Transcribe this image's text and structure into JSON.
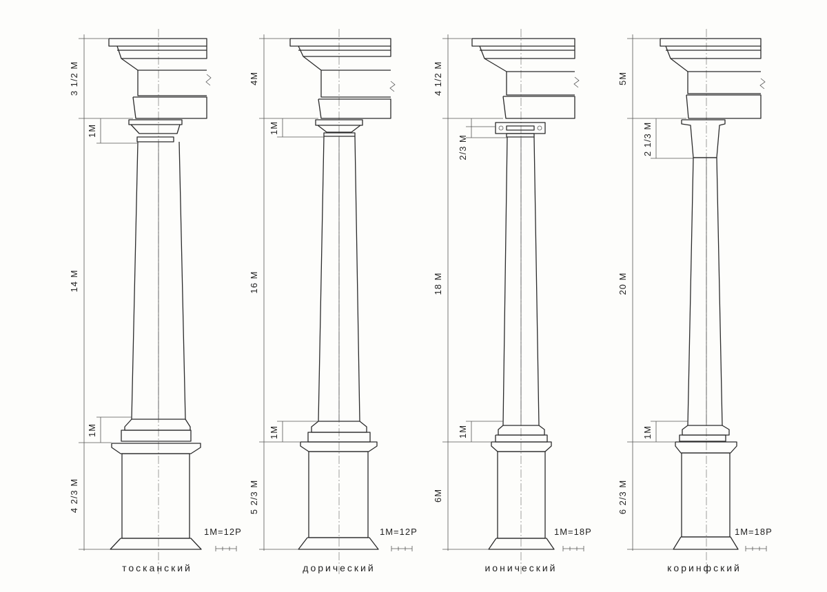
{
  "columns": [
    {
      "id": "tuscan",
      "name": "тосканский",
      "scale": "1М=12Р",
      "dims": {
        "entablature": "3 1/2 М",
        "capital": "1М",
        "shaft": "14 М",
        "base": "1М",
        "pedestal": "4 2/3 М"
      }
    },
    {
      "id": "doric",
      "name": "дорический",
      "scale": "1М=12Р",
      "dims": {
        "entablature": "4М",
        "capital": "1М",
        "shaft": "16 М",
        "base": "1М",
        "pedestal": "5 2/3 М"
      }
    },
    {
      "id": "ionic",
      "name": "ионический",
      "scale": "1М=18Р",
      "dims": {
        "entablature": "4 1/2 М",
        "capital": "2/3 М",
        "shaft": "18 М",
        "base": "1М",
        "pedestal": "6М"
      }
    },
    {
      "id": "corinthian",
      "name": "коринфский",
      "scale": "1М=18Р",
      "dims": {
        "entablature": "5М",
        "capital": "2 1/3 М",
        "shaft": "20 М",
        "base": "1М",
        "pedestal": "6 2/3 М"
      }
    }
  ]
}
